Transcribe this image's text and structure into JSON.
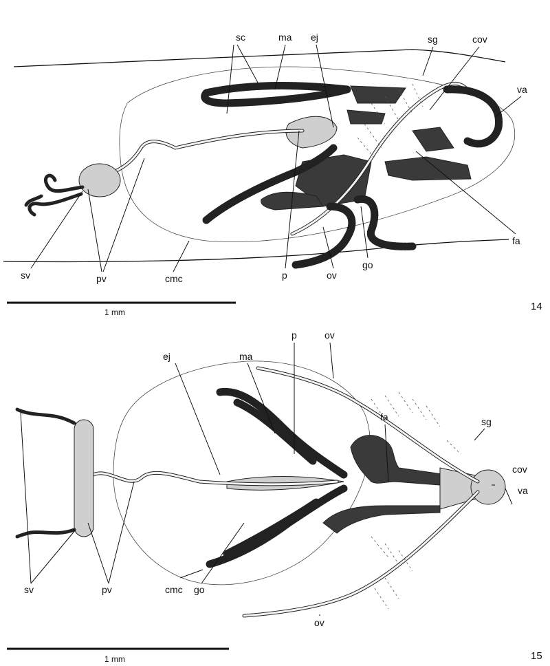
{
  "figures": [
    {
      "number": "14",
      "scale_bar": "1 mm",
      "labels": {
        "sc": "sc",
        "ma": "ma",
        "ej": "ej",
        "sg": "sg",
        "cov": "cov",
        "va": "va",
        "fa": "fa",
        "go": "go",
        "ov": "ov",
        "p": "p",
        "cmc": "cmc",
        "pv": "pv",
        "sv": "sv"
      }
    },
    {
      "number": "15",
      "scale_bar": "1 mm",
      "labels": {
        "ej": "ej",
        "ma": "ma",
        "p": "p",
        "ov_top": "ov",
        "fa": "fa",
        "sg": "sg",
        "cov": "cov",
        "va": "va",
        "sv": "sv",
        "pv": "pv",
        "cmc": "cmc",
        "go": "go",
        "ov_bottom": "ov"
      }
    }
  ],
  "colors": {
    "ink": "#111111",
    "dark_fill": "#3a3a3a",
    "stipple": "#cfcfcf"
  }
}
